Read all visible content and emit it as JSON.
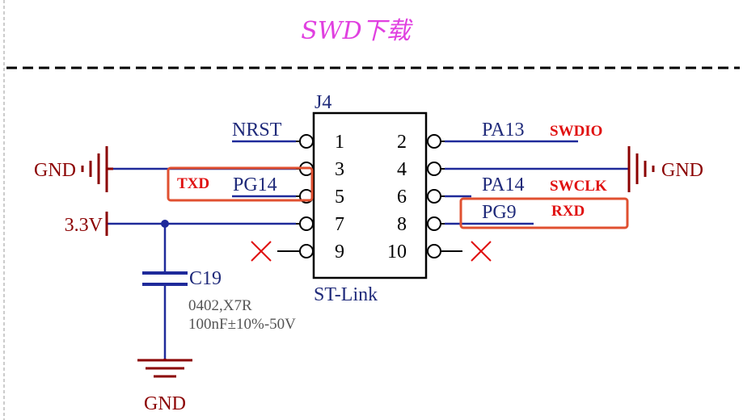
{
  "title": "SWD下载",
  "connector": {
    "ref": "J4",
    "name": "ST-Link",
    "pins_left": [
      "1",
      "3",
      "5",
      "7",
      "9"
    ],
    "pins_right": [
      "2",
      "4",
      "6",
      "8",
      "10"
    ]
  },
  "nets": {
    "nrst": "NRST",
    "gnd_left": "GND",
    "pg14": "PG14",
    "txd": "TXD",
    "v33": "3.3V",
    "pa13": "PA13",
    "swdio": "SWDIO",
    "gnd_right": "GND",
    "pa14": "PA14",
    "swclk": "SWCLK",
    "pg9": "PG9",
    "rxd": "RXD",
    "gnd_bottom": "GND"
  },
  "capacitor": {
    "ref": "C19",
    "package": "0402,X7R",
    "value": "100nF±10%-50V"
  },
  "colors": {
    "wire": "#1f2a9a",
    "component": "#8b0000",
    "highlight_box": "#e05030",
    "title": "#e040e0",
    "no_connect": "#e01010"
  }
}
